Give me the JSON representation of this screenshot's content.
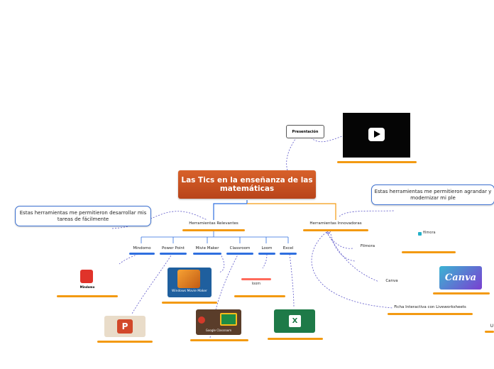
{
  "central": {
    "title": "Las Tics en la enseñanza de las matemáticas"
  },
  "presentation": {
    "label": "Presentación"
  },
  "branches": {
    "relevant": "Herramientas Relevantes",
    "innovative": "Herramientas Innovadoras"
  },
  "notes": {
    "left": "Estas herramientas me permitieron desarrollar mis tareas de fácilmente",
    "right": "Estas herramientas me permitieron agrandar y modernizar mi ple"
  },
  "tools": [
    "Mindomo",
    "Power Point",
    "Mivie Maker",
    "Classroom",
    "Loom",
    "Excel"
  ],
  "innovative_tools": [
    "Filmora",
    "Canva",
    "Ficha Interactiva con Liveworksheets"
  ],
  "logos": {
    "mindomo": "Mindomo",
    "moviemaker": "Windows Movie Maker",
    "loom": "loom",
    "classroom": "Google Classroom",
    "filmora": "filmora",
    "canva": "Canva"
  },
  "edge_fragment": "U",
  "colors": {
    "central": "#c94d20",
    "blue": "#2f6fe0",
    "orange": "#f39a12",
    "dash": "#5b55c8"
  }
}
